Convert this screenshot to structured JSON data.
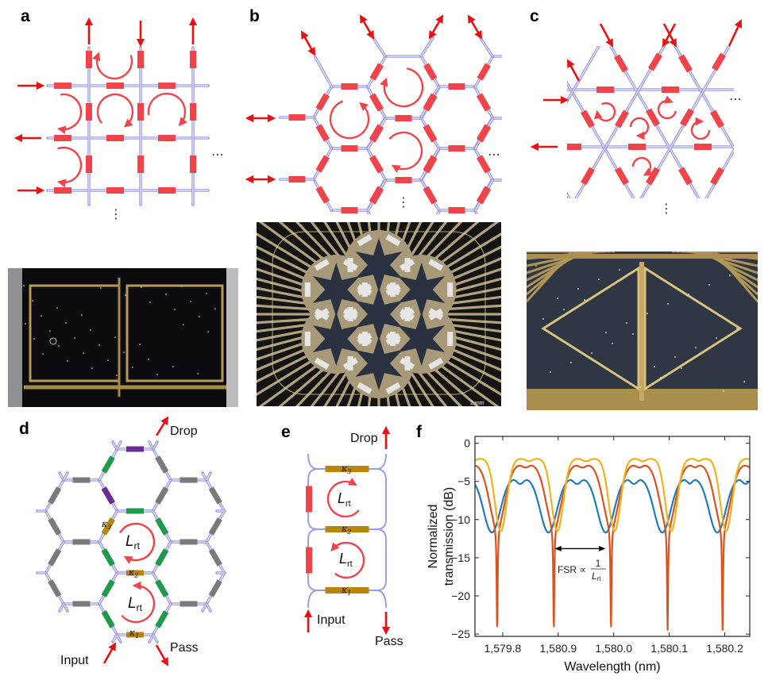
{
  "panels": {
    "a": {
      "label": "a",
      "ellipsis_h": "⋯",
      "ellipsis_v": "⋮"
    },
    "b": {
      "label": "b",
      "ellipsis_h": "⋯",
      "ellipsis_v": "⋮",
      "scale_bar": "2 mm"
    },
    "c": {
      "label": "c",
      "ellipsis_h": "⋯",
      "ellipsis_v": "⋮"
    },
    "d": {
      "label": "d",
      "drop": "Drop",
      "pass": "Pass",
      "input": "Input",
      "kappa": "κ",
      "k1": "1",
      "k2": "2",
      "k3": "3",
      "L": "L",
      "rt": "rt"
    },
    "e": {
      "label": "e",
      "drop": "Drop",
      "pass": "Pass",
      "input": "Input",
      "kappa": "κ",
      "k1": "1",
      "k2": "2",
      "k3": "3",
      "L": "L",
      "rt": "rt"
    },
    "f": {
      "label": "f",
      "fsr": "FSR ∝",
      "num": "1",
      "L": "L",
      "rt": "rt"
    }
  },
  "colors": {
    "waveguide": "#9e9ee8",
    "phase_shifter": "#f0434a",
    "arrow": "#e81010",
    "green": "#1e9a4c",
    "gray": "#7a7a7a",
    "purple": "#6b2c96",
    "gold": "#b8860b"
  },
  "chart_data": {
    "type": "line",
    "title": "",
    "xlabel": "Wavelength (nm)",
    "ylabel_line1": "Normalized",
    "ylabel_line2": "transmission (dB)",
    "xlim": [
      1579.75,
      1580.245
    ],
    "ylim": [
      -25.3,
      0.9
    ],
    "xticks": [
      1579.8,
      1579.9,
      1580.0,
      1580.1,
      1580.2
    ],
    "xtick_labels": [
      "1,579.8",
      "1,580.9",
      "1,580.0",
      "1,580.1",
      "1,580.2"
    ],
    "yticks": [
      0,
      -5,
      -10,
      -15,
      -20,
      -25
    ],
    "ytick_labels": [
      "0",
      "−5",
      "−10",
      "−15",
      "−20",
      "−25"
    ],
    "grid": false,
    "fsr_annotation": {
      "from_nm": 1579.896,
      "to_nm": 1579.983,
      "at_db": -13.8
    },
    "dip_centers_nm": [
      1579.79,
      1579.892,
      1579.995,
      1580.097,
      1580.196
    ],
    "period_nm": 0.1015,
    "series": [
      {
        "color": "#1f7bbf",
        "plateau_db": -4.5,
        "min_db": -11.7,
        "dip_offset_nm": -0.0095,
        "width_nm": 0.021,
        "mid_ripple_db": -0.8,
        "broad_depth_db": 7.2,
        "narrow_width_nm": 0
      },
      {
        "color": "#d9531e",
        "plateau_db": -2.7,
        "min_db": -24.5,
        "dip_offset_nm": 0.0,
        "width_nm": 0.02,
        "mid_ripple_db": -0.45,
        "broad_depth_db": 8.0,
        "narrow_width_nm": 0.0011
      },
      {
        "color": "#f2b21b",
        "plateau_db": -2.0,
        "min_db": -11.5,
        "dip_offset_nm": 0.0065,
        "width_nm": 0.015,
        "mid_ripple_db": -0.35,
        "broad_depth_db": 9.5,
        "narrow_width_nm": 0
      }
    ]
  }
}
